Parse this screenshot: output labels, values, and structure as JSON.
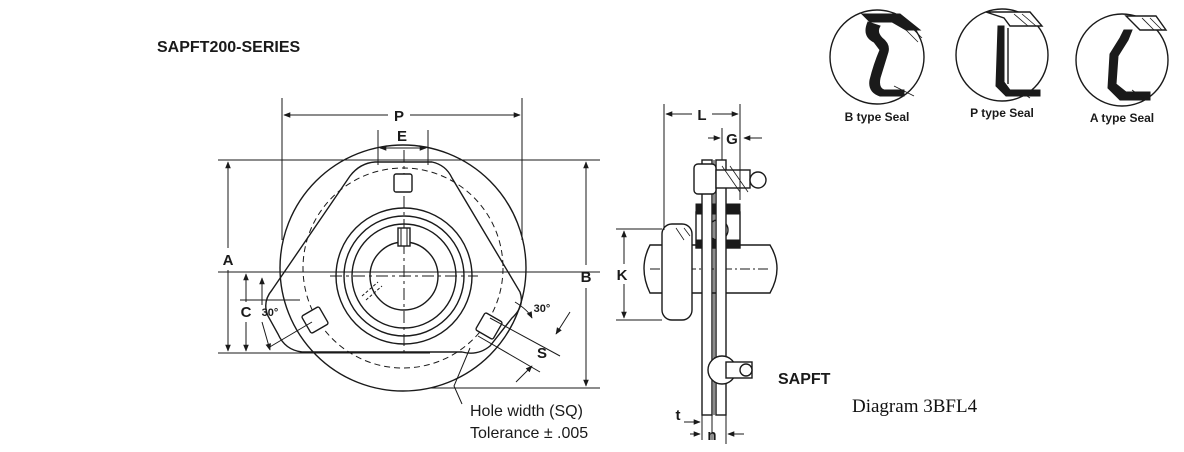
{
  "series_title": "SAPFT200-SERIES",
  "model_label": "SAPFT",
  "caption": "Diagram 3BFL4",
  "dimensions": {
    "P": "P",
    "E": "E",
    "A": "A",
    "B": "B",
    "C": "C",
    "S": "S",
    "L": "L",
    "G": "G",
    "K": "K",
    "t": "t",
    "n": "n",
    "angle_left": "30°",
    "angle_right": "30°"
  },
  "note": {
    "line1": "Hole width (SQ)",
    "line2": "Tolerance ± .005"
  },
  "seals": [
    {
      "label": "B type Seal"
    },
    {
      "label": "P type Seal"
    },
    {
      "label": "A type Seal"
    }
  ]
}
